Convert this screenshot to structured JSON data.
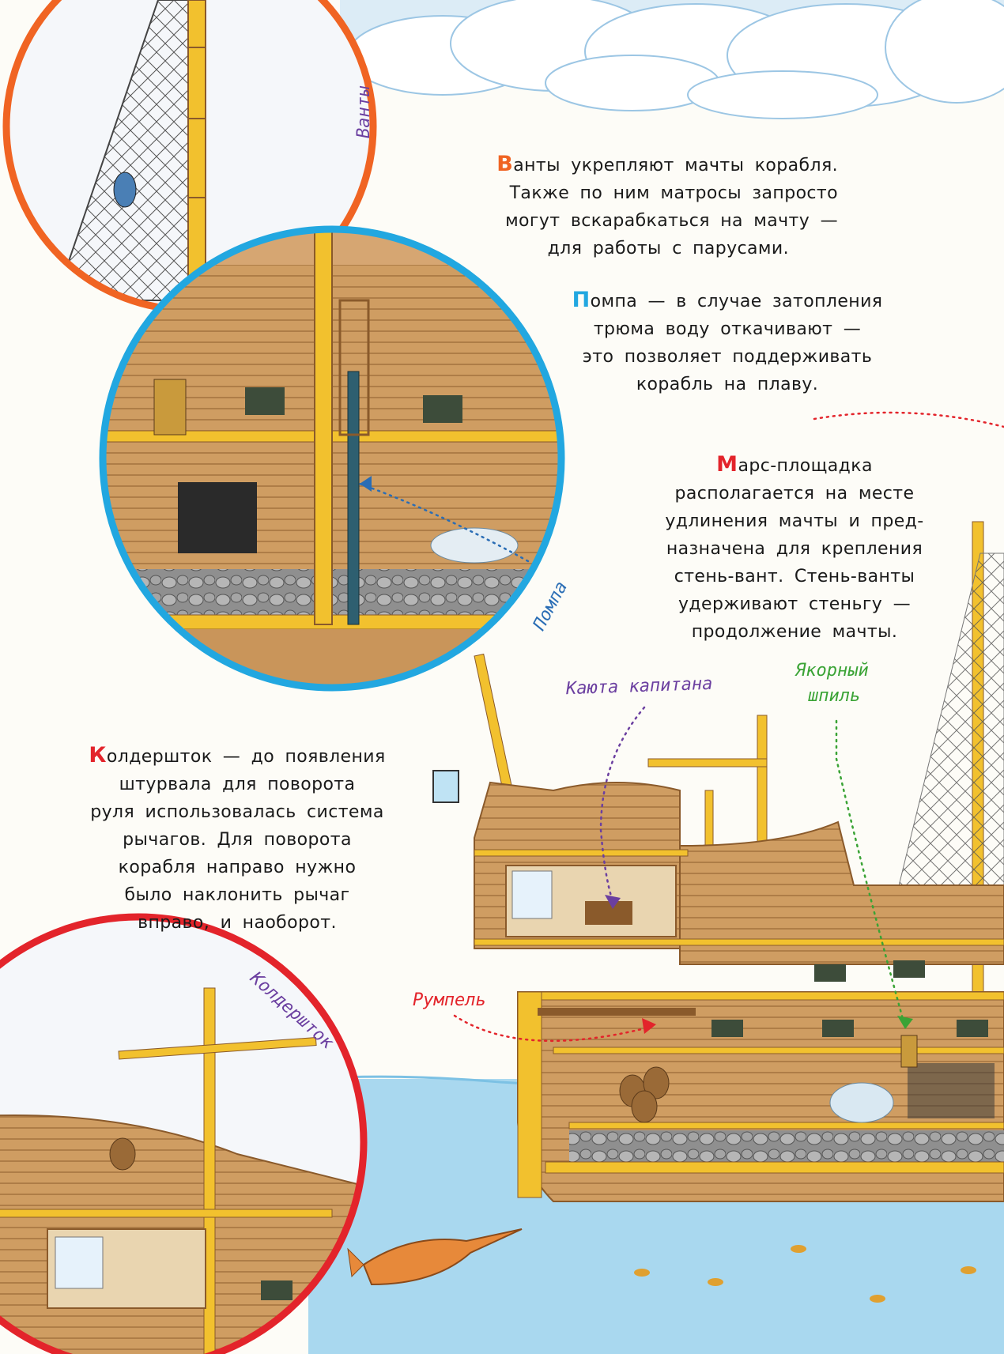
{
  "colors": {
    "sky": "#cfe7f6",
    "sea": "#a9d8ef",
    "wood": "#c9955a",
    "wood_dark": "#8a5a2b",
    "gold": "#f2c12e",
    "ring_orange": "#f06423",
    "ring_blue": "#22a7e0",
    "ring_red": "#e3242b",
    "text": "#1a1a1a",
    "label_purple": "#6b3fa0",
    "label_blue": "#2a6db5",
    "label_green": "#3aa335",
    "label_red": "#e3242b",
    "cap_orange": "#f06423",
    "cap_blue": "#22a7e0",
    "cap_red": "#e3242b"
  },
  "paragraphs": {
    "vanty": {
      "cap": "В",
      "lines": [
        "анты укрепляют мачты корабля.",
        "Также по ним матросы запросто",
        "могут вскарабкаться на мачту —",
        "для работы с парусами."
      ]
    },
    "pompa": {
      "cap": "П",
      "lines": [
        "омпа — в случае затопления",
        "трюма воду откачивают —",
        "это позволяет поддерживать",
        "корабль на плаву."
      ]
    },
    "mars": {
      "cap": "М",
      "lines": [
        "арс-площадка",
        "располагается на месте",
        "удлинения мачты и пред-",
        "назначена для крепления",
        "стень-вант. Стень-ванты",
        "удерживают стеньгу —",
        "продолжение мачты."
      ]
    },
    "kolder": {
      "cap": "К",
      "lines": [
        "олдершток — до появления",
        "штурвала для поворота",
        "руля использовалась система",
        "рычагов. Для поворота",
        "корабля направо нужно",
        "было наклонить рычаг",
        "вправо, и наоборот."
      ]
    }
  },
  "labels": {
    "vanty": "Ванты",
    "pompa": "Помпа",
    "kayuta": "Каюта капитана",
    "yakorny_1": "Якорный",
    "yakorny_2": "шпиль",
    "rumpel": "Румпель",
    "kolder": "Колдершток"
  }
}
